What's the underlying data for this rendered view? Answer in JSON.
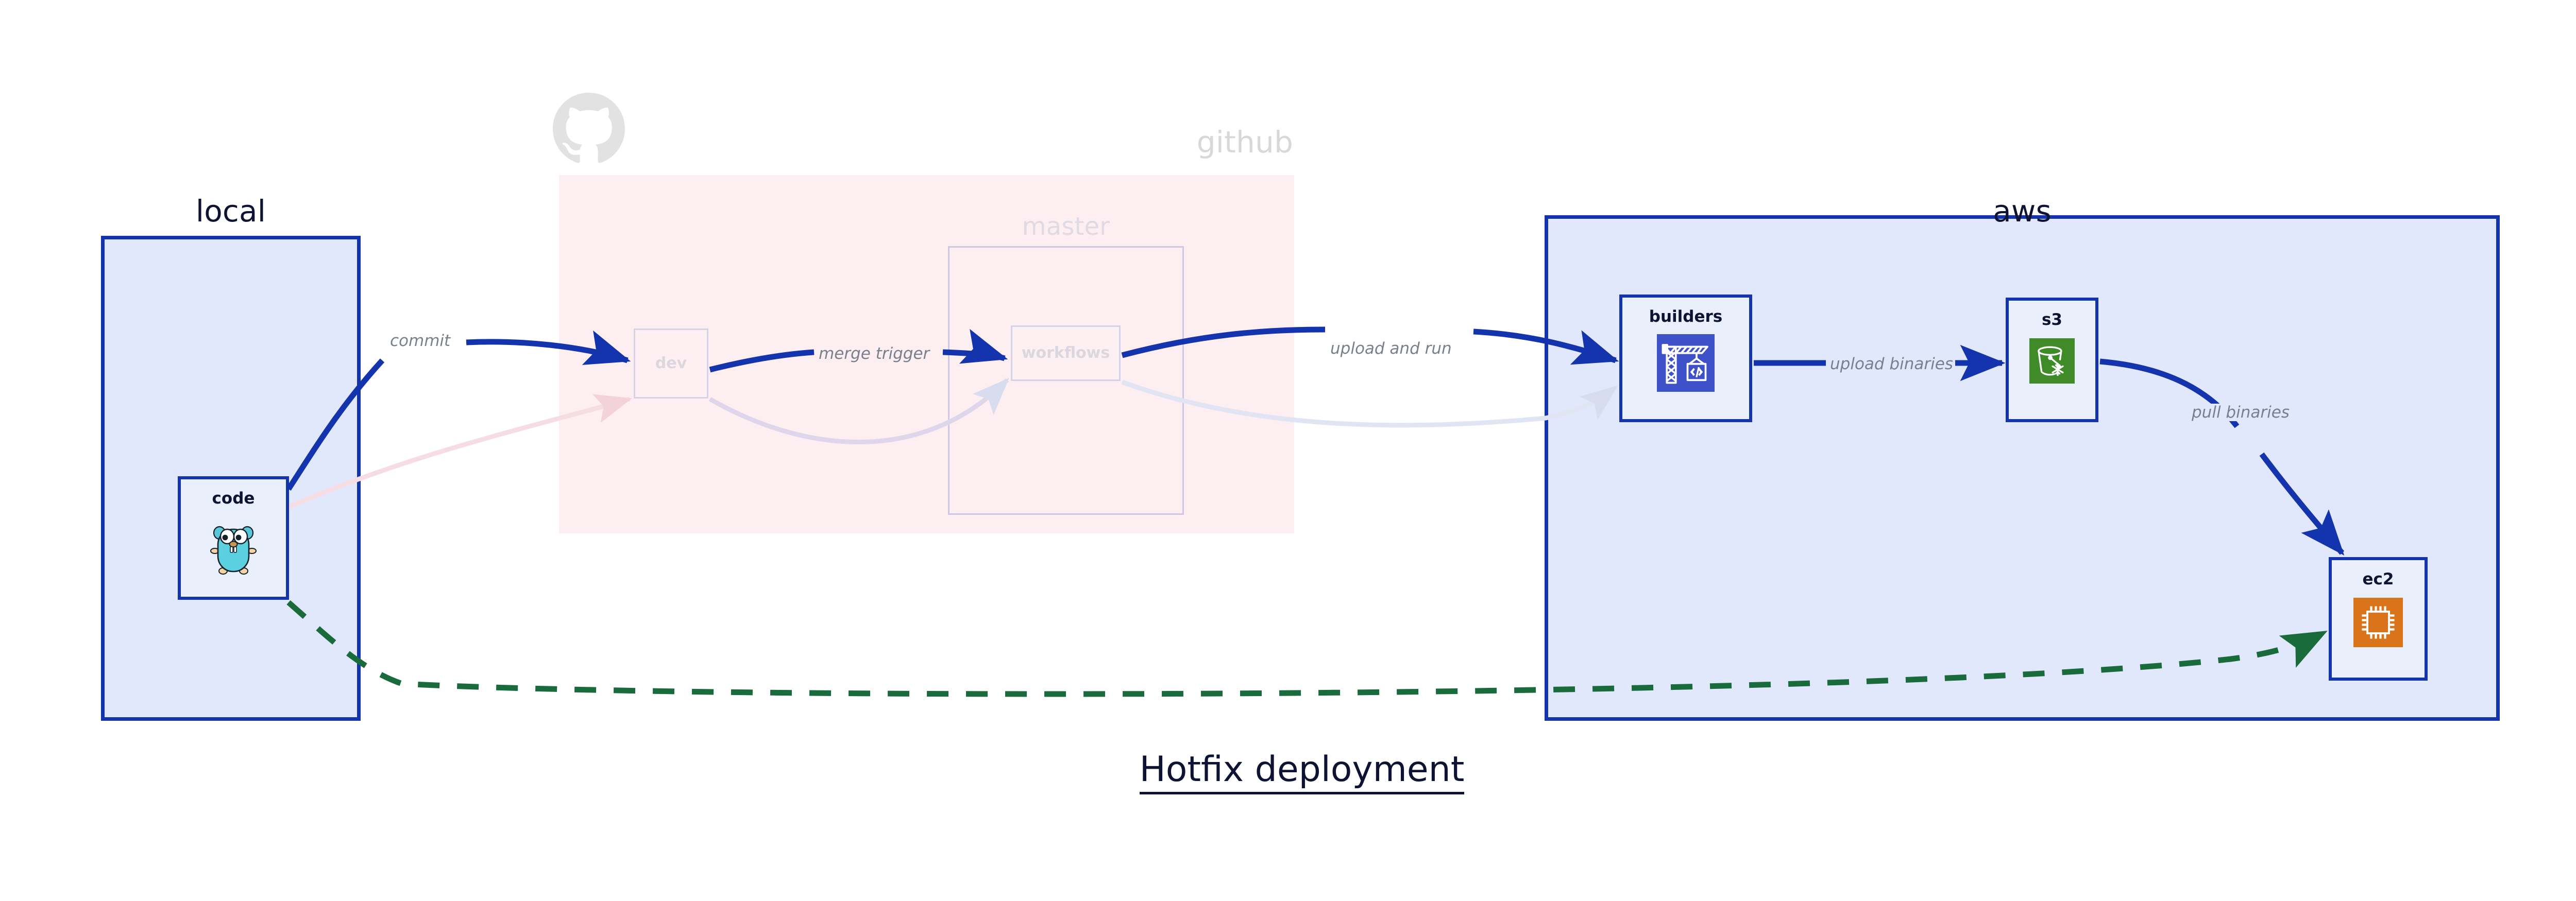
{
  "diagram": {
    "title": "Hotfix deployment",
    "type": "deployment-architecture-flow",
    "groups": [
      {
        "id": "local",
        "label": "local",
        "style": "solid-blue",
        "border_color": "#1434AE",
        "fill_color": "#E2E8FB"
      },
      {
        "id": "github",
        "label": "github",
        "style": "faded-pink",
        "border_color": "#E7C9D2",
        "fill_color": "#FBE3E8",
        "logo": "github-octocat-icon"
      },
      {
        "id": "master",
        "label": "master",
        "style": "faded-group",
        "border_color": "#CFC8E4",
        "parent": "github"
      },
      {
        "id": "aws",
        "label": "aws",
        "style": "solid-blue",
        "border_color": "#1434AE",
        "fill_color": "#E2E8FB"
      }
    ],
    "nodes": [
      {
        "id": "code",
        "label": "code",
        "group": "local",
        "icon": "go-gopher-icon",
        "state": "active"
      },
      {
        "id": "dev",
        "label": "dev",
        "group": "github",
        "icon": "none",
        "state": "faded"
      },
      {
        "id": "workflows",
        "label": "workflows",
        "group": "master",
        "icon": "none",
        "state": "faded"
      },
      {
        "id": "builders",
        "label": "builders",
        "group": "aws",
        "icon": "crane-code-icon",
        "icon_color": "#3F51C8",
        "state": "active"
      },
      {
        "id": "s3",
        "label": "s3",
        "group": "aws",
        "icon": "s3-bucket-icon",
        "icon_color": "#3E8B28",
        "state": "active"
      },
      {
        "id": "ec2",
        "label": "ec2",
        "group": "aws",
        "icon": "ec2-cpu-icon",
        "icon_color": "#D9741A",
        "state": "active"
      }
    ],
    "edges": [
      {
        "id": "commit",
        "from": "code",
        "to": "dev",
        "label": "commit",
        "color": "#1434AE",
        "style": "solid"
      },
      {
        "id": "merge",
        "from": "dev",
        "to": "workflows",
        "label": "merge trigger",
        "color": "#1434AE",
        "style": "solid"
      },
      {
        "id": "upload-run",
        "from": "workflows",
        "to": "builders",
        "label": "upload and run",
        "color": "#1434AE",
        "style": "solid"
      },
      {
        "id": "upload-bin",
        "from": "builders",
        "to": "s3",
        "label": "upload binaries",
        "color": "#1434AE",
        "style": "solid"
      },
      {
        "id": "pull-bin",
        "from": "s3",
        "to": "ec2",
        "label": "pull binaries",
        "color": "#1434AE",
        "style": "solid"
      },
      {
        "id": "hotfix-direct",
        "from": "code",
        "to": "ec2",
        "label": "",
        "color": "#1A6B3C",
        "style": "dashed"
      }
    ],
    "colors": {
      "accent_blue": "#1434AE",
      "panel_blue": "#E2E8FB",
      "panel_pink": "#FBE3E8",
      "dashed_green": "#1A6B3C",
      "label_gray": "#7A7F8C",
      "text_dark": "#0E1333"
    }
  }
}
